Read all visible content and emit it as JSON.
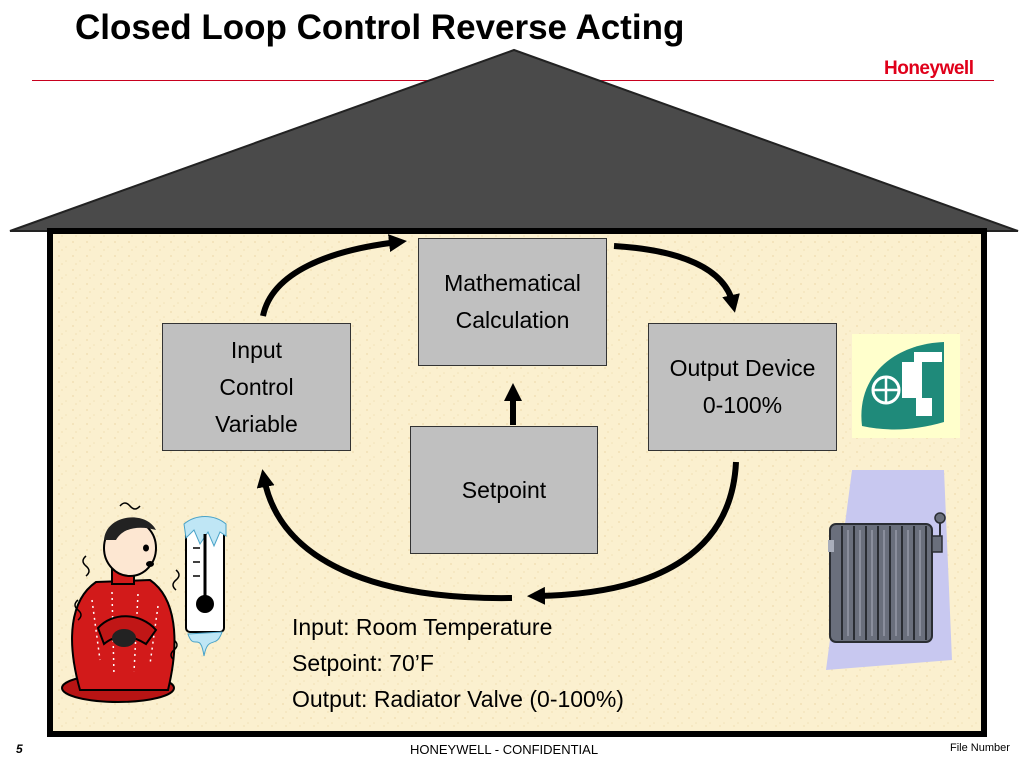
{
  "title": "Closed Loop Control Reverse Acting",
  "logo": "Honeywell",
  "boxes": {
    "math": "Mathematical\nCalculation",
    "input": "Input\nControl\nVariable",
    "output": "Output Device\n0-100%",
    "setpoint": "Setpoint"
  },
  "info": {
    "line1": "Input: Room Temperature",
    "line2": "Setpoint: 70’F",
    "line3": "Output: Radiator Valve (0-100%)"
  },
  "footer": {
    "page": "5",
    "confidential": "HONEYWELL - CONFIDENTIAL",
    "file": "File Number"
  },
  "icons": [
    "cold-person-icon",
    "frozen-thermometer-icon",
    "valve-icon",
    "radiator-icon"
  ],
  "colors": {
    "accent": "#e0001a",
    "roof": "#4a4a4a",
    "wall": "#fbf0cf",
    "box": "#c0c0c0"
  }
}
